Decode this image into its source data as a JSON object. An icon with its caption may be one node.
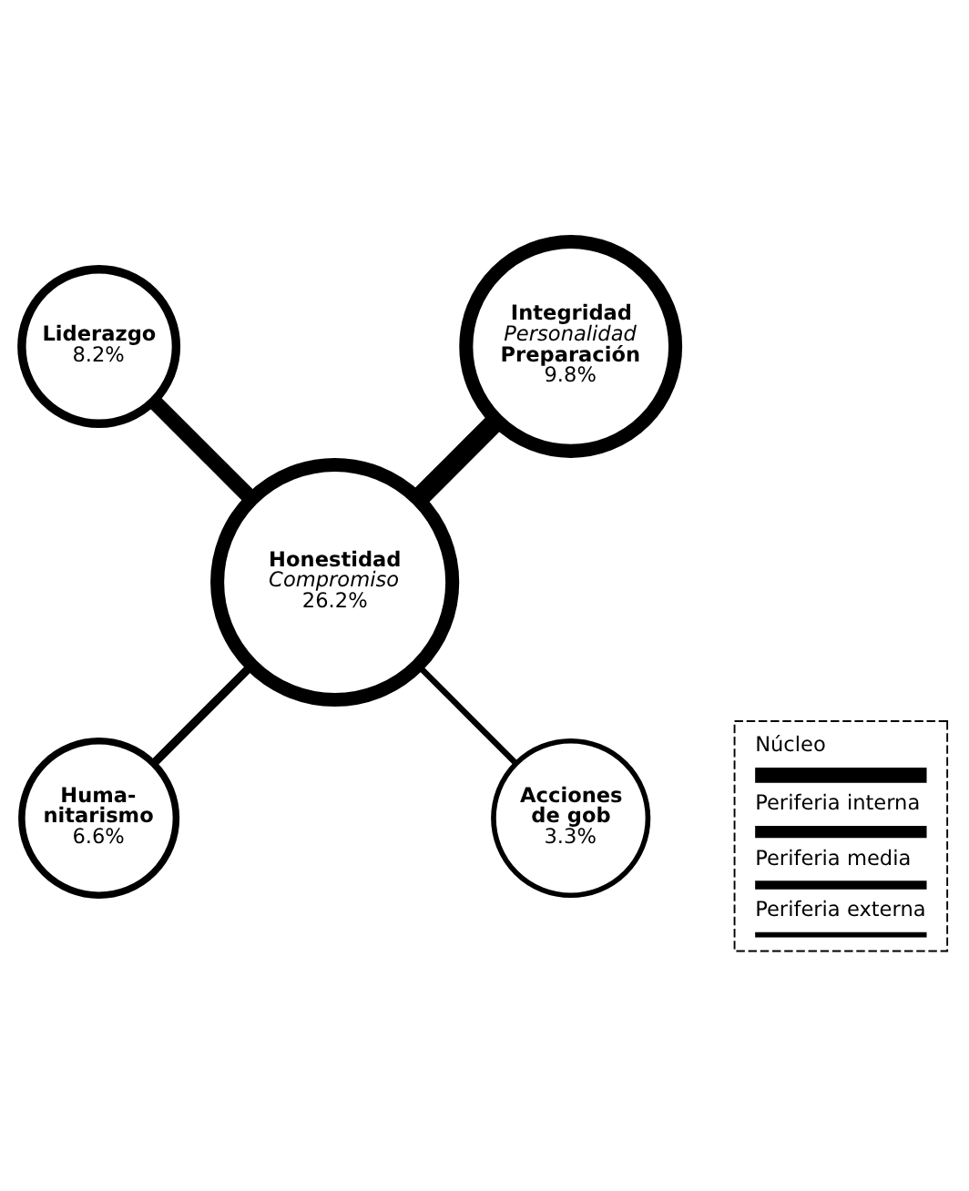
{
  "diagram": {
    "nodes": [
      {
        "text": [
          "Honestidad",
          "Compromiso",
          "26.2%"
        ]
      },
      {
        "text": [
          "Integridad",
          "Personalidad",
          "Preparación",
          "9.8%"
        ]
      },
      {
        "text": [
          "Liderazgo",
          "8.2%"
        ]
      },
      {
        "text": [
          "Huma- nitarismo",
          "6.6%"
        ]
      },
      {
        "text": [
          "Acciones de gob",
          "3.3%"
        ]
      }
    ],
    "edges": [
      {
        "from": 0,
        "to": 1,
        "arrow": "none",
        "style": "thick"
      },
      {
        "from": 0,
        "to": 2,
        "arrow": "none",
        "style": "thick"
      },
      {
        "from": 0,
        "to": 3,
        "arrow": "none"
      },
      {
        "from": 0,
        "to": 4,
        "arrow": "none"
      }
    ],
    "legend": [
      {
        "text": "Núcleo"
      },
      {
        "text": "Periferia interna"
      },
      {
        "text": "Periferia media"
      },
      {
        "text": "Periferia externa"
      }
    ]
  }
}
